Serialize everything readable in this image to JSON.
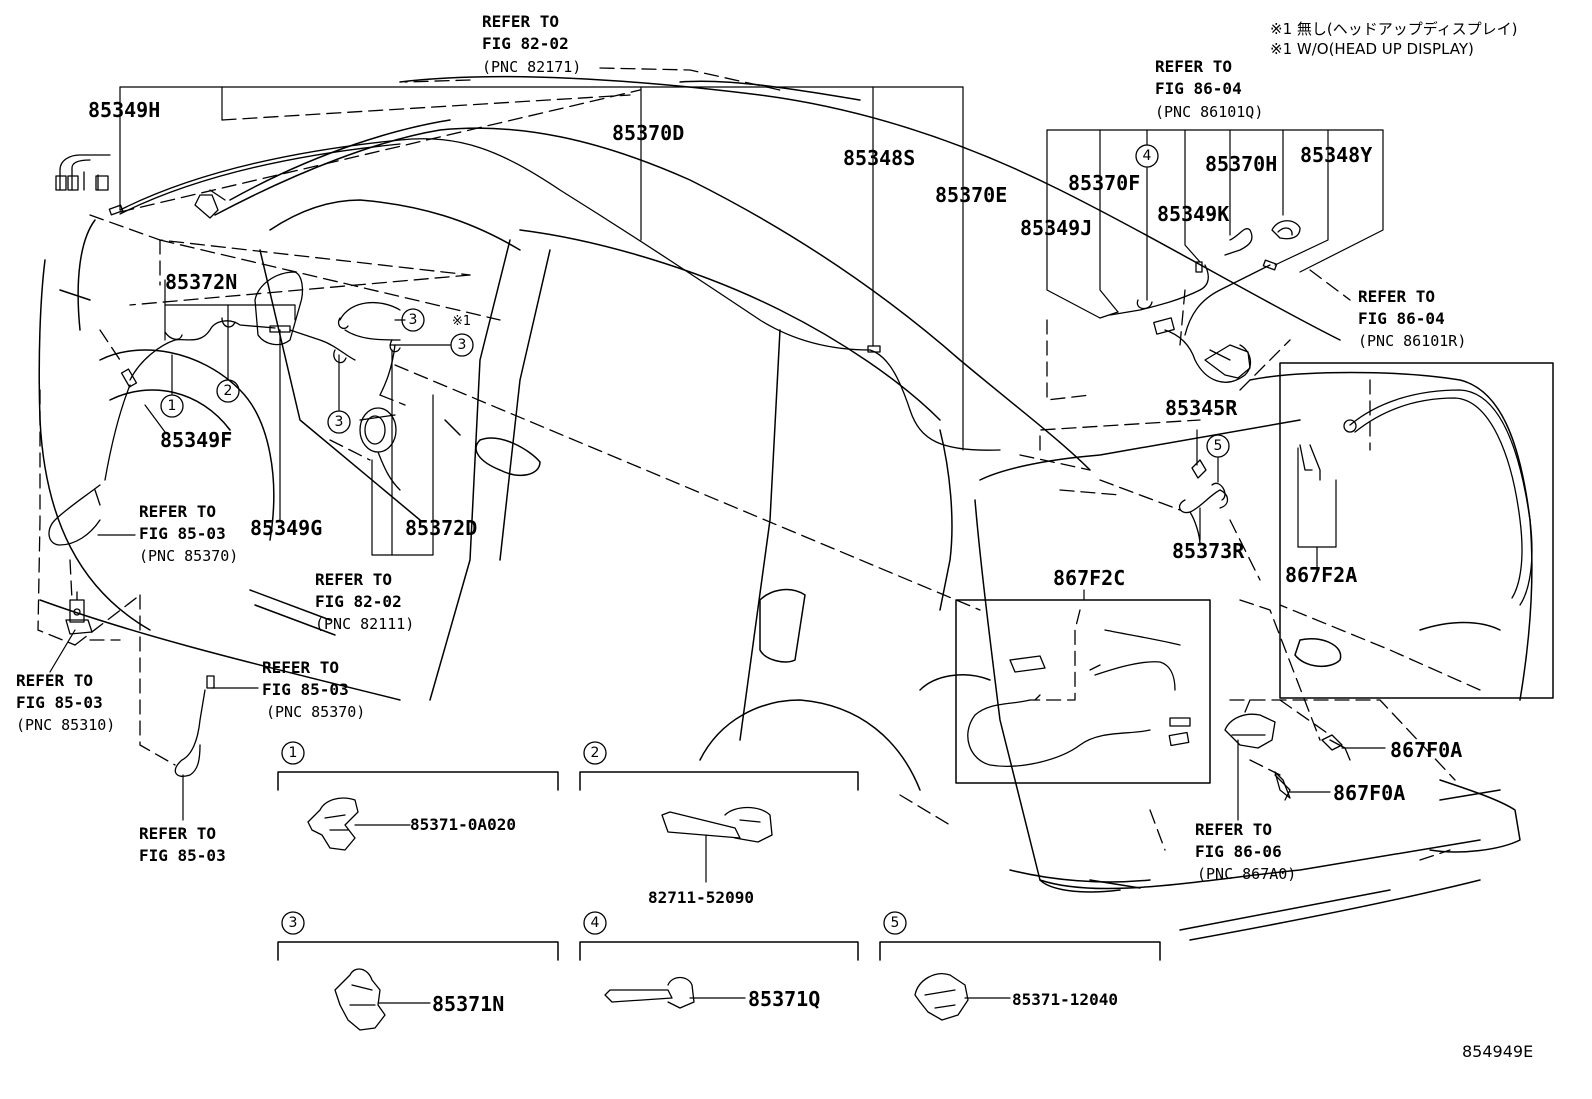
{
  "notes": {
    "line1": "※1 無し(ヘッドアップディスプレイ)",
    "line2": "※1 W/O(HEAD UP DISPLAY)",
    "marker": "※1"
  },
  "refs": {
    "fig8202_top": {
      "l1": "REFER TO",
      "l2": "FIG 82-02",
      "pnc": "(PNC 82171)"
    },
    "fig8604_top": {
      "l1": "REFER TO",
      "l2": "FIG 86-04",
      "pnc": "(PNC 86101Q)"
    },
    "fig8604_right": {
      "l1": "REFER TO",
      "l2": "FIG 86-04",
      "pnc": "(PNC 86101R)"
    },
    "fig8503_left": {
      "l1": "REFER TO",
      "l2": "FIG 85-03",
      "pnc": "(PNC 85370)"
    },
    "fig8202_mid": {
      "l1": "REFER TO",
      "l2": "FIG 82-02",
      "pnc": "(PNC 82111)"
    },
    "fig8503_pump": {
      "l1": "REFER TO",
      "l2": "FIG 85-03",
      "pnc": "(PNC 85310)"
    },
    "fig8503_hose": {
      "l1": "REFER TO",
      "l2": "FIG 85-03",
      "pnc": "(PNC 85370)"
    },
    "fig8503_bottom": {
      "l1": "REFER TO",
      "l2": "FIG 85-03"
    },
    "fig8606": {
      "l1": "REFER TO",
      "l2": "FIG 86-06",
      "pnc": "(PNC 867A0)"
    }
  },
  "parts": {
    "p85349H": "85349H",
    "p85370D": "85370D",
    "p85348S": "85348S",
    "p85370E": "85370E",
    "p85372N": "85372N",
    "p85349F": "85349F",
    "p85349G": "85349G",
    "p85372D": "85372D",
    "p85370F": "85370F",
    "p85370H": "85370H",
    "p85348Y": "85348Y",
    "p85349J": "85349J",
    "p85349K": "85349K",
    "p85345R": "85345R",
    "p85373R": "85373R",
    "p867F2C": "867F2C",
    "p867F2A": "867F2A",
    "p867F0A_1": "867F0A",
    "p867F0A_2": "867F0A"
  },
  "callouts": [
    "1",
    "2",
    "3",
    "4",
    "5"
  ],
  "detail_boxes": [
    {
      "num": "1",
      "part": "85371-0A020"
    },
    {
      "num": "2",
      "part": "82711-52090"
    },
    {
      "num": "3",
      "part": "85371N"
    },
    {
      "num": "4",
      "part": "85371Q"
    },
    {
      "num": "5",
      "part": "85371-12040"
    }
  ],
  "figure_id": "854949E"
}
